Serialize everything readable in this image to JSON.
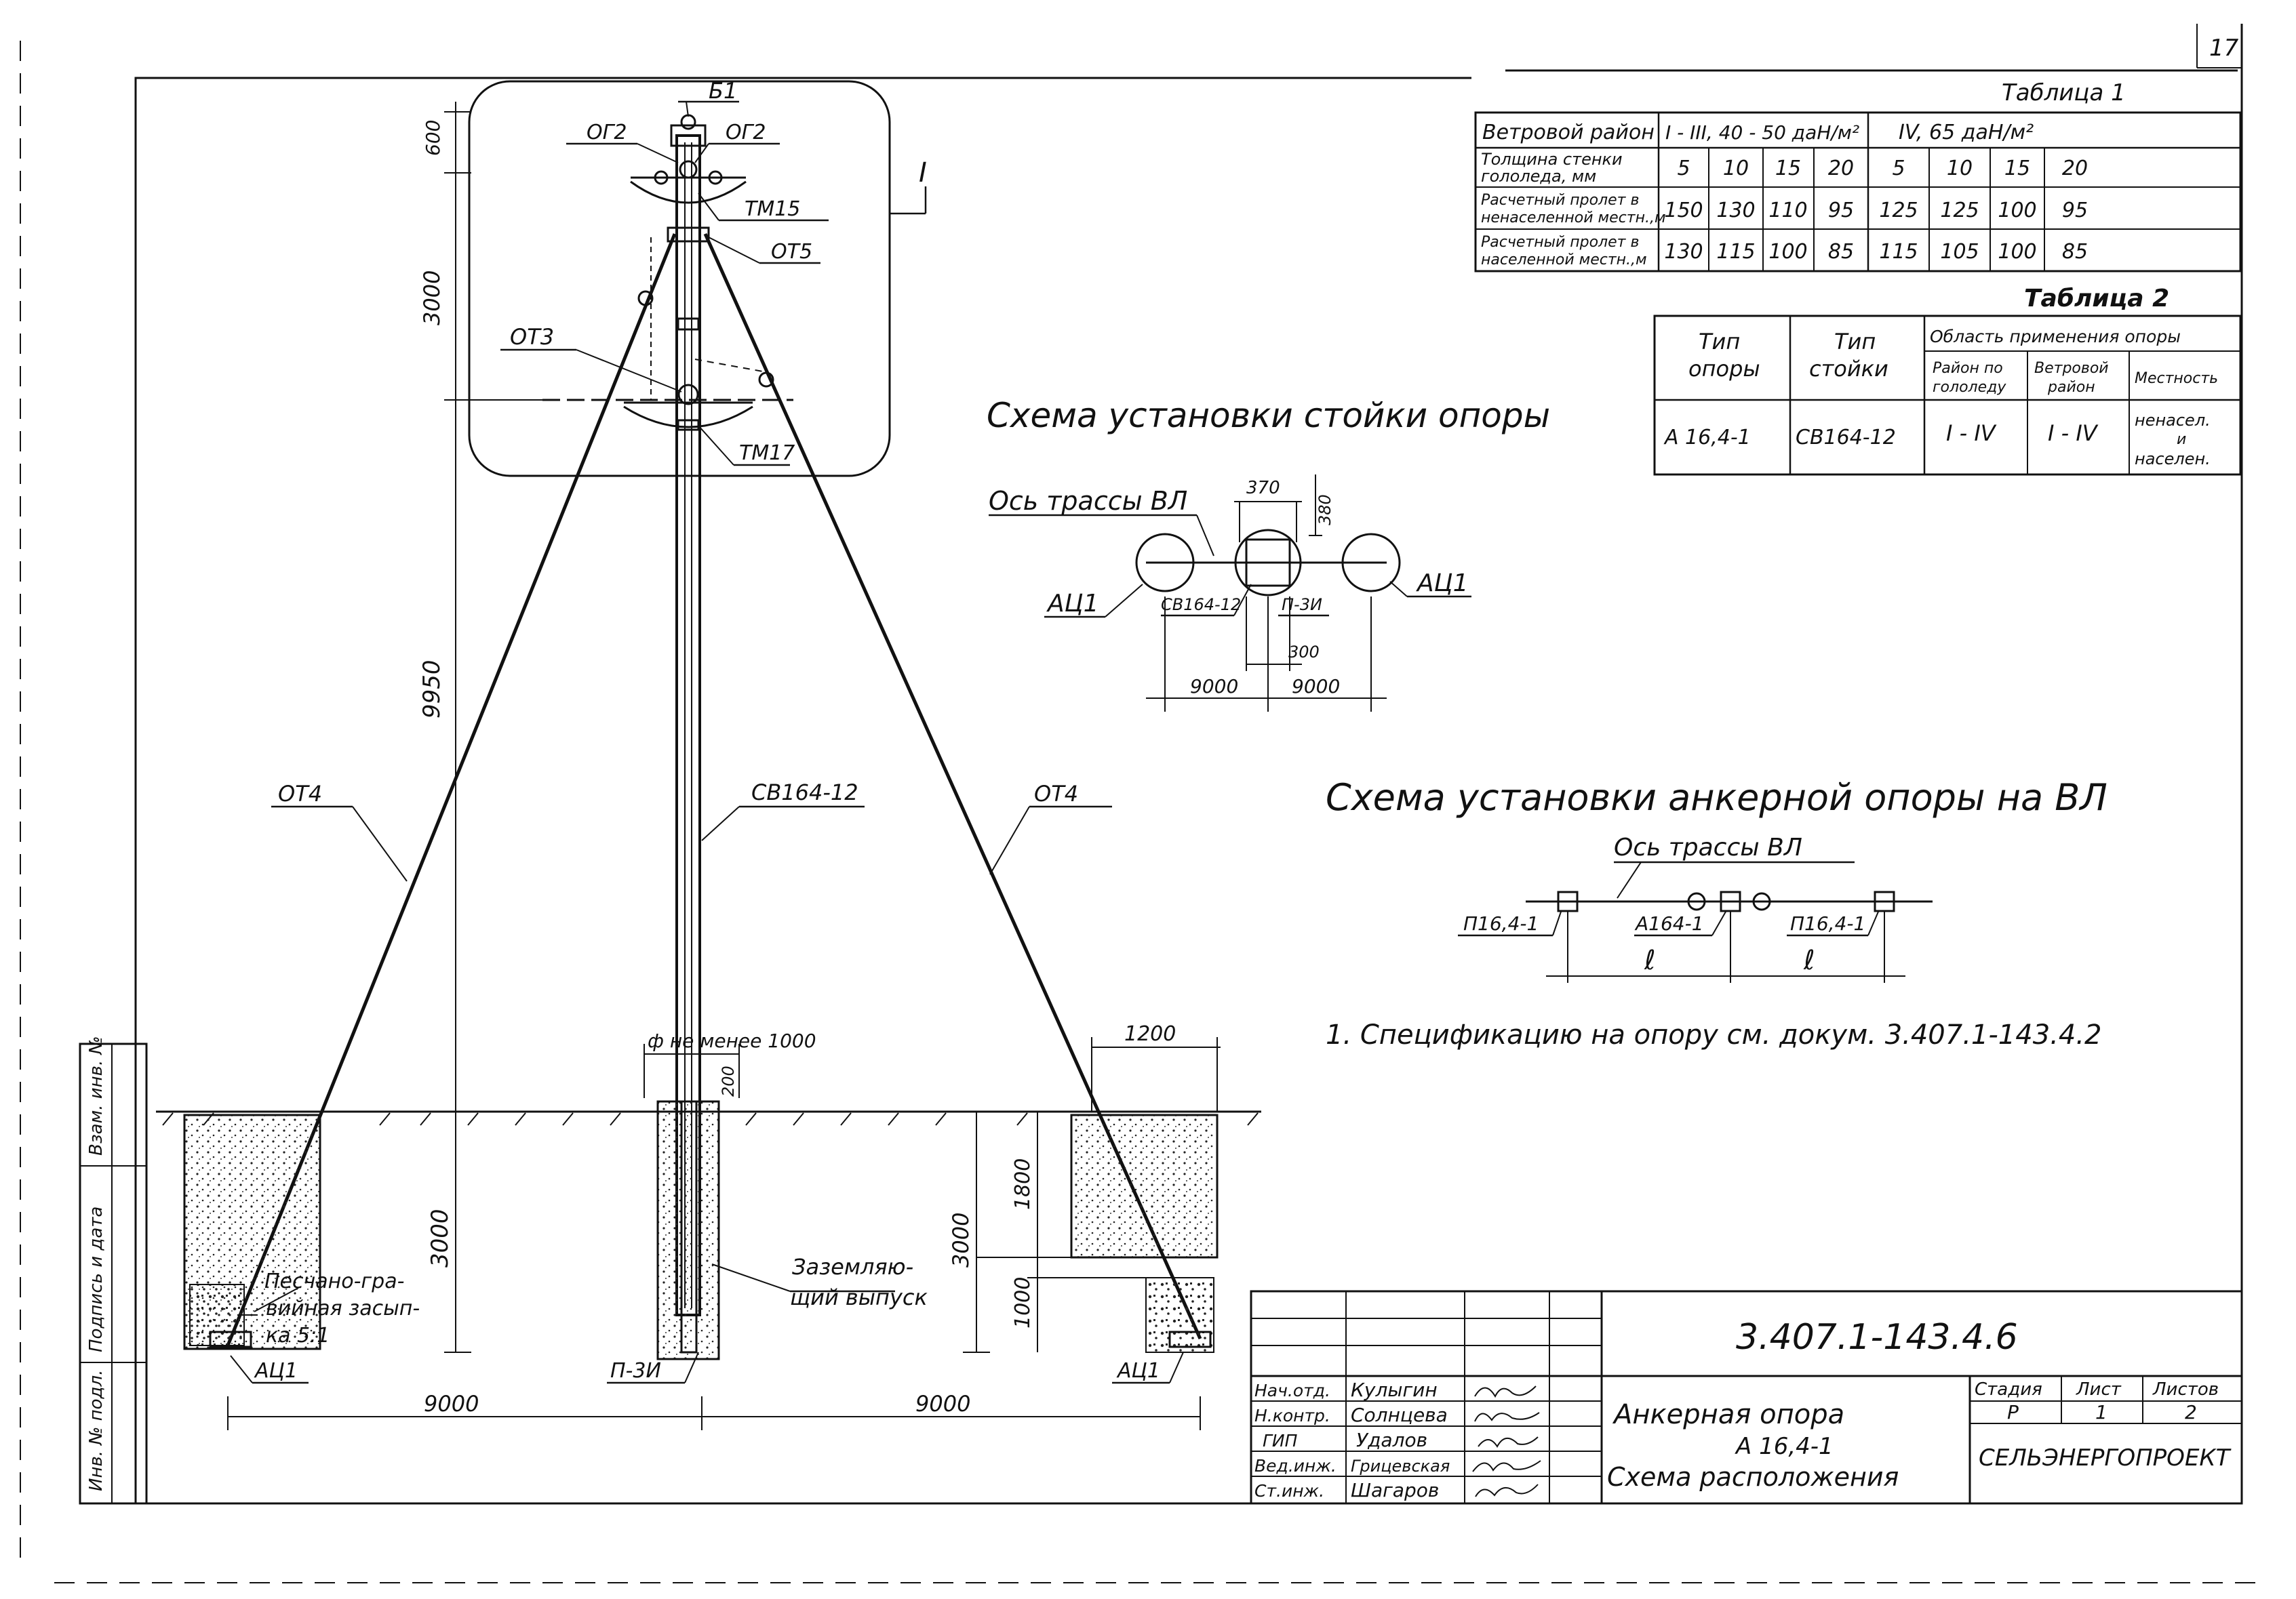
{
  "sheet_number": "17",
  "pole": {
    "callout_I": "I",
    "labels": {
      "b1": "Б1",
      "og2_left": "ОГ2",
      "og2_right": "ОГ2",
      "tm15": "ТМ15",
      "ot5": "ОТ5",
      "ot3": "ОТ3",
      "tm17": "ТМ17",
      "ot4_left": "ОТ4",
      "ot4_right": "ОТ4",
      "st_type": "СВ164-12",
      "anchor_left": "АЦ1",
      "anchor_right": "АЦ1",
      "plate": "П-3И",
      "sand_gravel": [
        "Песчано-гра-",
        "вийная засып-",
        "ка 5:1"
      ],
      "ground_out": [
        "Заземляю-",
        "щий выпуск"
      ]
    },
    "dims": {
      "top": "600",
      "upper": "3000",
      "height": "9950",
      "embed": "3000",
      "foundation": "ф не менее 1000",
      "cap": "200",
      "pit_width": "1200",
      "pit_depth": "1800",
      "pit_bottom": "1000",
      "pit_depth_right": "3000",
      "span_left": "9000",
      "span_right": "9000"
    }
  },
  "table1": {
    "caption": "Таблица 1",
    "row_labels": [
      "Ветровой район",
      [
        "Толщина стенки",
        "гололеда, мм"
      ],
      [
        "Расчетный пролет в",
        "ненаселенной местн.,м"
      ],
      [
        "Расчетный пролет в",
        "населенной местн.,м"
      ]
    ],
    "wind_a": "I - III, 40 - 50 даН/м²",
    "wind_b": "IV, 65 даН/м²",
    "rows": [
      [
        "5",
        "10",
        "15",
        "20",
        "5",
        "10",
        "15",
        "20"
      ],
      [
        "150",
        "130",
        "110",
        "95",
        "125",
        "125",
        "100",
        "95"
      ],
      [
        "130",
        "115",
        "100",
        "85",
        "115",
        "105",
        "100",
        "85"
      ]
    ]
  },
  "table2": {
    "caption": "Таблица 2",
    "header_pole": [
      "Тип",
      "опоры"
    ],
    "header_stand": [
      "Тип",
      "стойки"
    ],
    "header_area": "Область применения опоры",
    "sub_ice": [
      "Район по",
      "гололеду"
    ],
    "sub_wind": [
      "Ветровой",
      "район"
    ],
    "sub_terrain": "Местность",
    "values": [
      "А 16,4-1",
      "СВ164-12",
      "I - IV",
      "I - IV",
      [
        "ненасел.",
        "и",
        "населен."
      ]
    ]
  },
  "scheme_stand": {
    "title": "Схема установки стойки опоры",
    "axis_label": "Ось трассы ВЛ",
    "anchor_left": "АЦ1",
    "anchor_right": "АЦ1",
    "stand": "СВ164-12",
    "plate": "П-3И",
    "dim_370": "370",
    "dim_380": "380",
    "dim_300": "300",
    "dim_left": "9000",
    "dim_right": "9000"
  },
  "scheme_anchor": {
    "title": "Схема установки анкерной опоры на ВЛ",
    "axis_label": "Ось трассы ВЛ",
    "labels": [
      "П16,4-1",
      "А164-1",
      "П16,4-1"
    ],
    "span": "ℓ"
  },
  "note": "1. Спецификацию на опору см. докум. 3.407.1-143.4.2",
  "side_stamp": [
    "Инв. № подл.",
    "Подпись и дата",
    "Взам. инв. №"
  ],
  "title_block": {
    "code": "3.407.1-143.4.6",
    "title": [
      "Анкерная опора",
      "А 16,4-1",
      "Схема расположения"
    ],
    "stage_label": "Стадия",
    "sheet_label": "Лист",
    "sheets_label": "Листов",
    "stage": "Р",
    "sheet": "1",
    "sheets": "2",
    "org": "СЕЛЬЭНЕРГОПРОЕКТ",
    "roles": [
      "Нач.отд.",
      "Н.контр.",
      "ГИП",
      "Вед.инж.",
      "Ст.инж."
    ],
    "names": [
      "Кулыгин",
      "Солнцева",
      "Удалов",
      "Грицевская",
      "Шагаров"
    ]
  }
}
